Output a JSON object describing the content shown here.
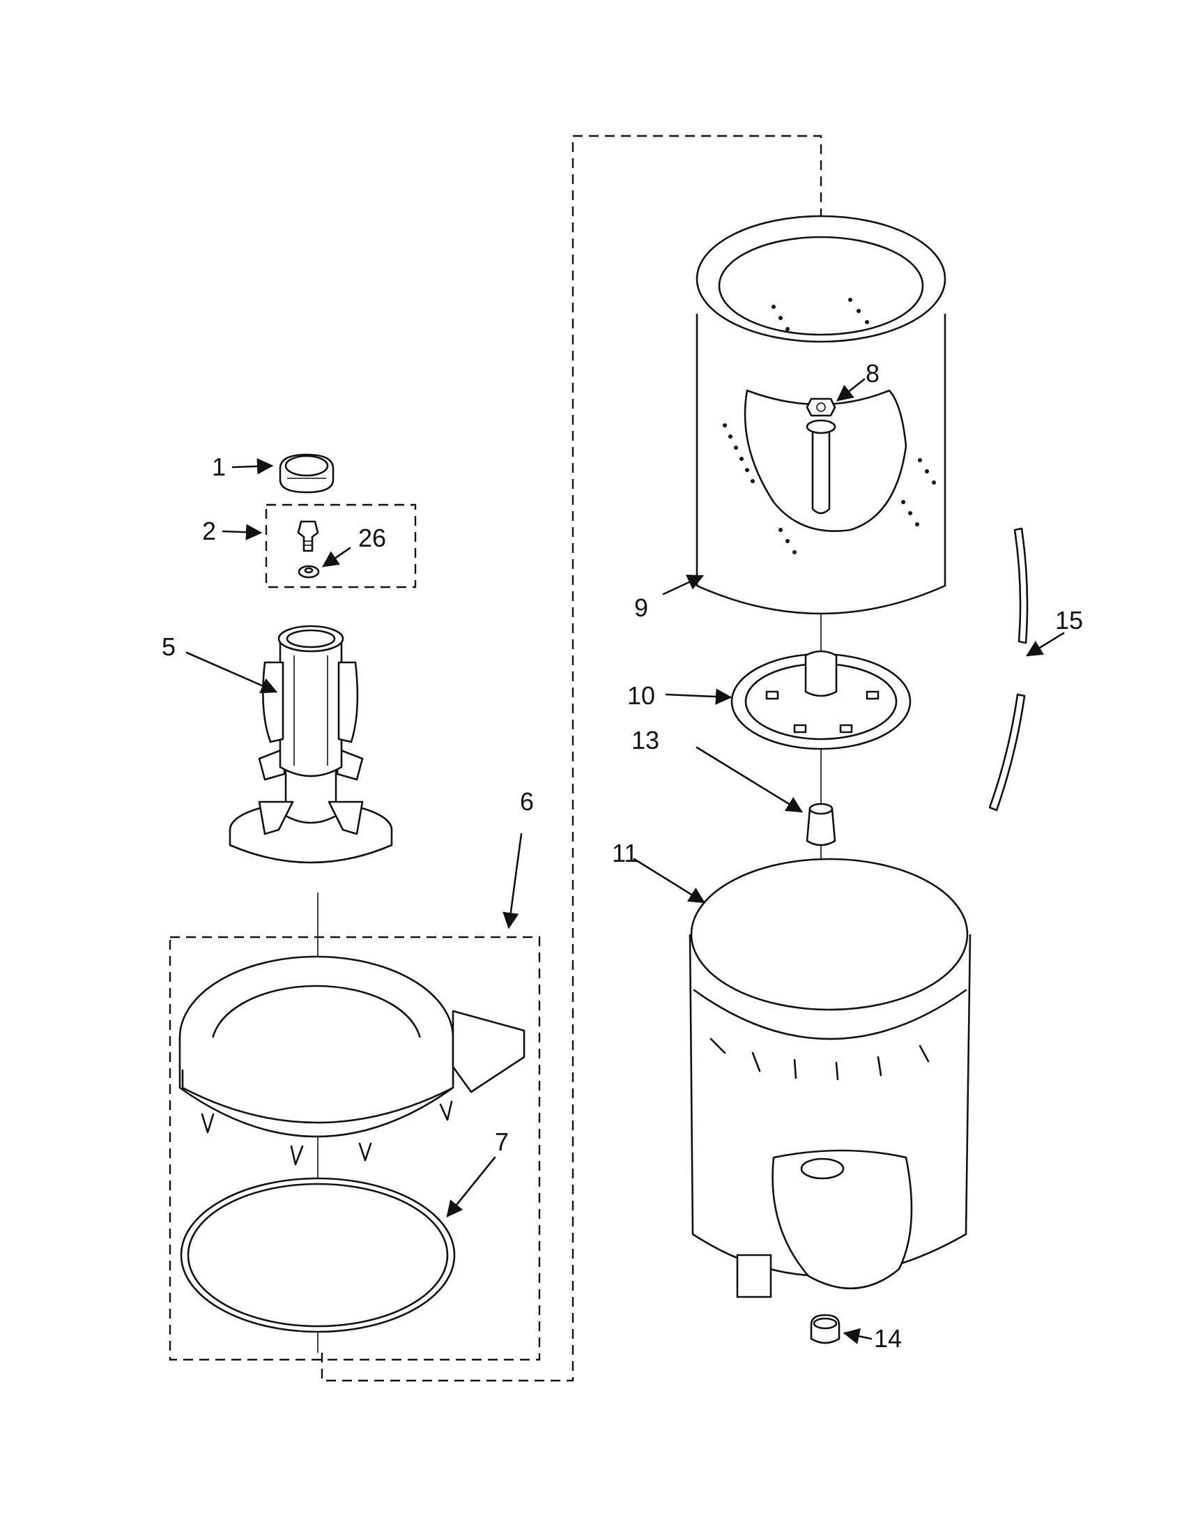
{
  "diagram": {
    "parts": [
      {
        "id": "cap",
        "label": "1"
      },
      {
        "id": "bolt-kit",
        "label": "2"
      },
      {
        "id": "washer",
        "label": "26"
      },
      {
        "id": "agitator",
        "label": "5"
      },
      {
        "id": "tub-ring-assembly",
        "label": "6"
      },
      {
        "id": "tub-ring-seal",
        "label": "7"
      },
      {
        "id": "nut",
        "label": "8"
      },
      {
        "id": "spin-basket",
        "label": "9"
      },
      {
        "id": "drive-hub",
        "label": "10"
      },
      {
        "id": "outer-tub",
        "label": "11"
      },
      {
        "id": "hub-seal",
        "label": "13"
      },
      {
        "id": "tub-plug",
        "label": "14"
      },
      {
        "id": "hose",
        "label": "15"
      }
    ]
  }
}
